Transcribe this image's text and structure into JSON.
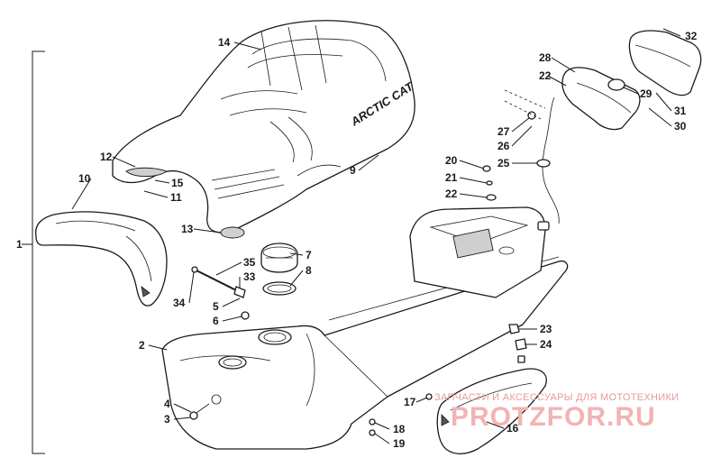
{
  "diagram": {
    "brand_marking": "ARCTIC CAT",
    "watermark": {
      "caption": "ЗАПЧАСТИ И АКСЕССУАРЫ ДЛЯ МОТОТЕХНИКИ",
      "site": "PROTZFOR.RU"
    },
    "callouts": [
      "1",
      "2",
      "3",
      "4",
      "5",
      "6",
      "7",
      "8",
      "9",
      "10",
      "11",
      "12",
      "13",
      "14",
      "15",
      "16",
      "17",
      "18",
      "19",
      "20",
      "21",
      "22",
      "22",
      "23",
      "24",
      "25",
      "26",
      "27",
      "28",
      "29",
      "30",
      "31",
      "32",
      "33",
      "34",
      "35"
    ]
  }
}
